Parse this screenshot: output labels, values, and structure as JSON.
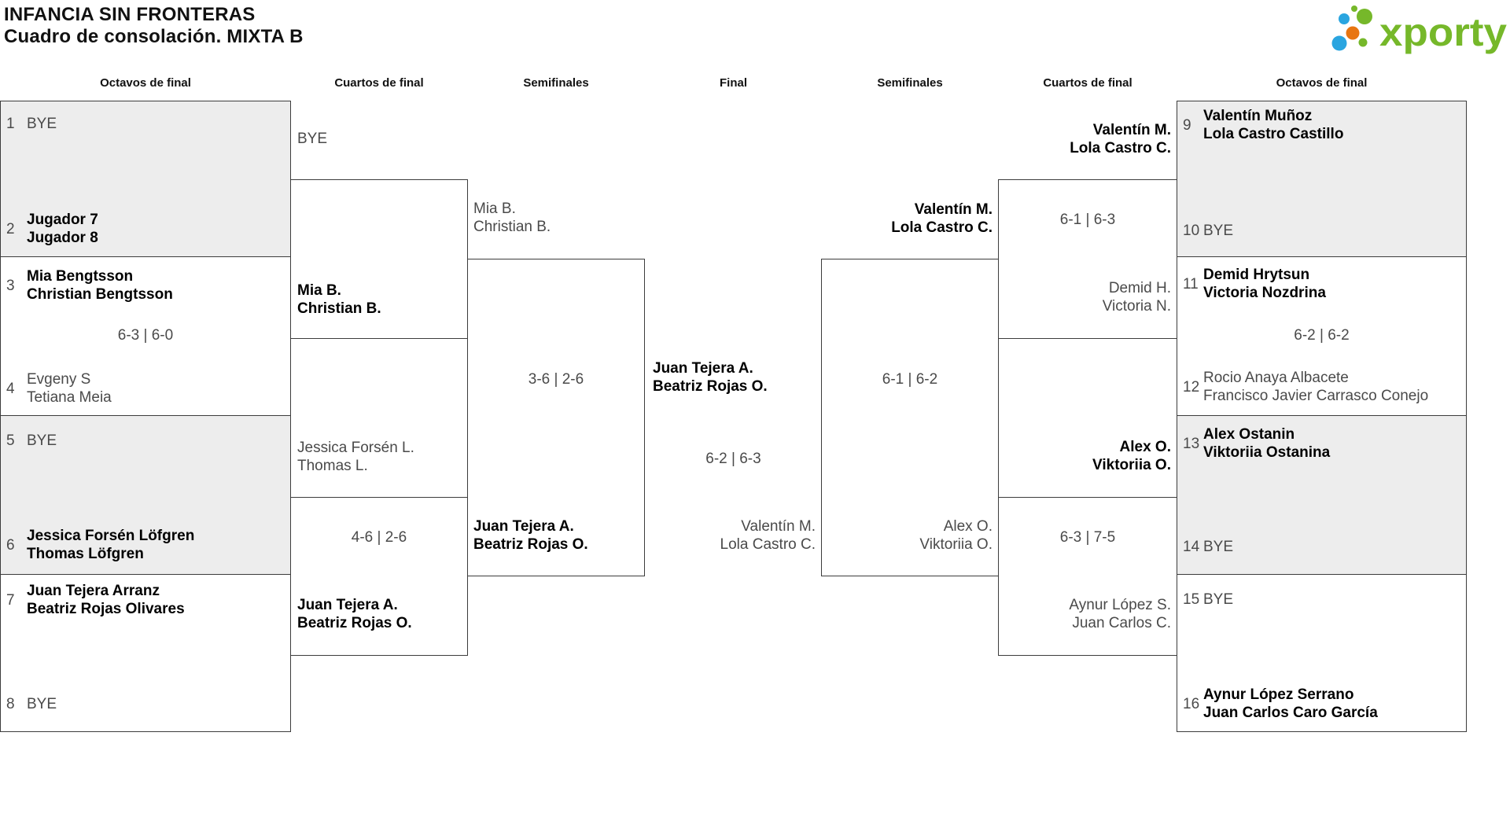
{
  "title": {
    "line1": "INFANCIA SIN FRONTERAS",
    "line2": "Cuadro de consolación. MIXTA B"
  },
  "logo": {
    "text": "xporty",
    "green": "#76b82a",
    "blue": "#2aa5e0",
    "orange": "#e87511"
  },
  "round_headers": [
    "Octavos de final",
    "Cuartos de final",
    "Semifinales",
    "Final",
    "Semifinales",
    "Cuartos de final",
    "Octavos de final"
  ],
  "octavos": [
    {
      "top": {
        "seed": "1",
        "line1": "BYE",
        "winner": false
      },
      "bottom": {
        "seed": "2",
        "line1": "Jugador 7",
        "line2": "Jugador 8",
        "winner": true
      },
      "score": ""
    },
    {
      "top": {
        "seed": "3",
        "line1": "Mia Bengtsson",
        "line2": "Christian Bengtsson",
        "winner": true
      },
      "bottom": {
        "seed": "4",
        "line1": "Evgeny S",
        "line2": "Tetiana Meia",
        "winner": false
      },
      "score": "6-3 | 6-0"
    },
    {
      "top": {
        "seed": "5",
        "line1": "BYE",
        "winner": false
      },
      "bottom": {
        "seed": "6",
        "line1": "Jessica Forsén Löfgren",
        "line2": "Thomas Löfgren",
        "winner": true
      },
      "score": ""
    },
    {
      "top": {
        "seed": "7",
        "line1": "Juan Tejera Arranz",
        "line2": "Beatriz Rojas Olivares",
        "winner": true
      },
      "bottom": {
        "seed": "8",
        "line1": "BYE",
        "winner": false
      },
      "score": ""
    },
    {
      "top": {
        "seed": "9",
        "line1": "Valentín Muñoz",
        "line2": "Lola Castro Castillo",
        "winner": true
      },
      "bottom": {
        "seed": "10",
        "line1": "BYE",
        "winner": false
      },
      "score": ""
    },
    {
      "top": {
        "seed": "11",
        "line1": "Demid Hrytsun",
        "line2": "Victoria Nozdrina",
        "winner": true
      },
      "bottom": {
        "seed": "12",
        "line1": "Rocio Anaya Albacete",
        "line2": "Francisco Javier Carrasco Conejo",
        "winner": false
      },
      "score": "6-2 | 6-2"
    },
    {
      "top": {
        "seed": "13",
        "line1": "Alex Ostanin",
        "line2": "Viktoriia Ostanina",
        "winner": true
      },
      "bottom": {
        "seed": "14",
        "line1": "BYE",
        "winner": false
      },
      "score": ""
    },
    {
      "top": {
        "seed": "15",
        "line1": "BYE",
        "winner": false
      },
      "bottom": {
        "seed": "16",
        "line1": "Aynur López Serrano",
        "line2": "Juan Carlos Caro García",
        "winner": true
      },
      "score": ""
    }
  ],
  "quarterfinals": [
    {
      "top": {
        "line1": "BYE",
        "winner": false
      },
      "bottom": {
        "line1": "Mia B.",
        "line2": "Christian B.",
        "winner": true
      },
      "score": ""
    },
    {
      "top": {
        "line1": "Jessica Forsén L.",
        "line2": "Thomas L.",
        "winner": false
      },
      "bottom": {
        "line1": "Juan Tejera A.",
        "line2": "Beatriz Rojas O.",
        "winner": true
      },
      "score": "4-6 | 2-6"
    },
    {
      "top": {
        "line1": "Valentín M.",
        "line2": "Lola Castro C.",
        "winner": true
      },
      "bottom": {
        "line1": "Demid H.",
        "line2": "Victoria N.",
        "winner": false
      },
      "score": "6-1 | 6-3"
    },
    {
      "top": {
        "line1": "Alex O.",
        "line2": "Viktoriia O.",
        "winner": true
      },
      "bottom": {
        "line1": "Aynur López S.",
        "line2": "Juan Carlos C.",
        "winner": false
      },
      "score": "6-3 | 7-5"
    }
  ],
  "semifinals": [
    {
      "top": {
        "line1": "Mia B.",
        "line2": "Christian B.",
        "winner": false
      },
      "bottom": {
        "line1": "Juan Tejera A.",
        "line2": "Beatriz Rojas O.",
        "winner": true
      },
      "score": "3-6 | 2-6"
    },
    {
      "top": {
        "line1": "Valentín M.",
        "line2": "Lola Castro C.",
        "winner": true
      },
      "bottom": {
        "line1": "Alex O.",
        "line2": "Viktoriia O.",
        "winner": false
      },
      "score": "6-1 | 6-2"
    }
  ],
  "final": {
    "top": {
      "line1": "Juan Tejera A.",
      "line2": "Beatriz Rojas O.",
      "winner": true
    },
    "bottom": {
      "line1": "Valentín M.",
      "line2": "Lola Castro C.",
      "winner": false
    },
    "score": "6-2 | 6-3"
  }
}
